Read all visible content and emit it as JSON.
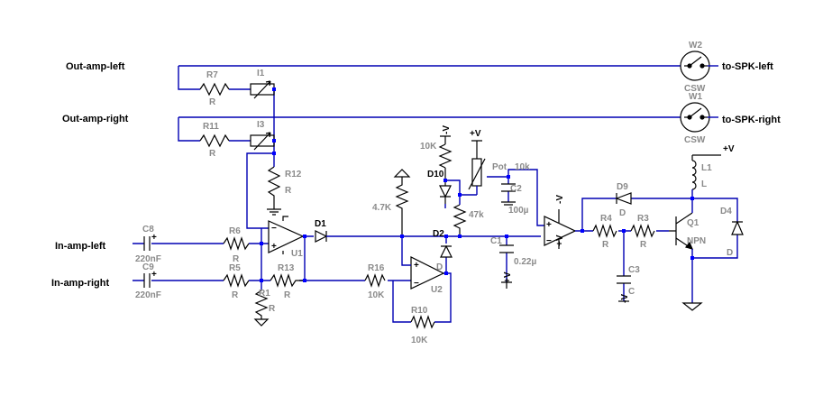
{
  "ports": {
    "out_left": "Out-amp-left",
    "out_right": "Out-amp-right",
    "in_left": "In-amp-left",
    "in_right": "In-amp-right",
    "spk_left": "to-SPK-left",
    "spk_right": "to-SPK-right"
  },
  "switches": {
    "w1": {
      "ref": "W1",
      "type": "CSW"
    },
    "w2": {
      "ref": "W2",
      "type": "CSW"
    }
  },
  "resistors": {
    "r7": {
      "ref": "R7",
      "value": "R"
    },
    "r11": {
      "ref": "R11",
      "value": "R"
    },
    "r12": {
      "ref": "R12",
      "value": "R"
    },
    "r6": {
      "ref": "R6",
      "value": "R"
    },
    "r5": {
      "ref": "R5",
      "value": "R"
    },
    "r13": {
      "ref": "R13",
      "value": "R"
    },
    "r1": {
      "ref": "R1",
      "value": "R"
    },
    "r16": {
      "ref": "R16",
      "value": "10K"
    },
    "r10": {
      "ref": "R10",
      "value": "10K"
    },
    "r4": {
      "ref": "R4",
      "value": "R"
    },
    "r3": {
      "ref": "R3",
      "value": "R"
    },
    "r_4k7": {
      "value": "4.7K"
    },
    "r_10k": {
      "value": "10K"
    },
    "r_47k": {
      "value": "47k"
    }
  },
  "current_sources": {
    "i1": {
      "ref": "I1"
    },
    "i3": {
      "ref": "I3"
    }
  },
  "capacitors": {
    "c8": {
      "ref": "C8",
      "value": "220nF"
    },
    "c9": {
      "ref": "C9",
      "value": "220nF"
    },
    "c1": {
      "ref": "C1",
      "value": "0.22µ"
    },
    "c2": {
      "ref": "C2",
      "value": "100µ"
    },
    "c3": {
      "ref": "C3",
      "value": "C"
    }
  },
  "diodes": {
    "d1": {
      "ref": "D1"
    },
    "d2": {
      "ref": "D2"
    },
    "d10": {
      "ref": "D10"
    },
    "d9": {
      "ref": "D9",
      "value": "D"
    },
    "d4": {
      "ref": "D4",
      "value": "D"
    },
    "d_u2": {
      "value": "D"
    }
  },
  "opamps": {
    "u1": {
      "ref": "U1"
    },
    "u2": {
      "ref": "U2"
    }
  },
  "pot": {
    "ref": "Pot",
    "value": "10k"
  },
  "transistor": {
    "ref": "Q1",
    "type": "NPN"
  },
  "inductor": {
    "ref": "L1",
    "value": "L"
  },
  "supplies": {
    "pos": "+V",
    "neg": "-V"
  }
}
